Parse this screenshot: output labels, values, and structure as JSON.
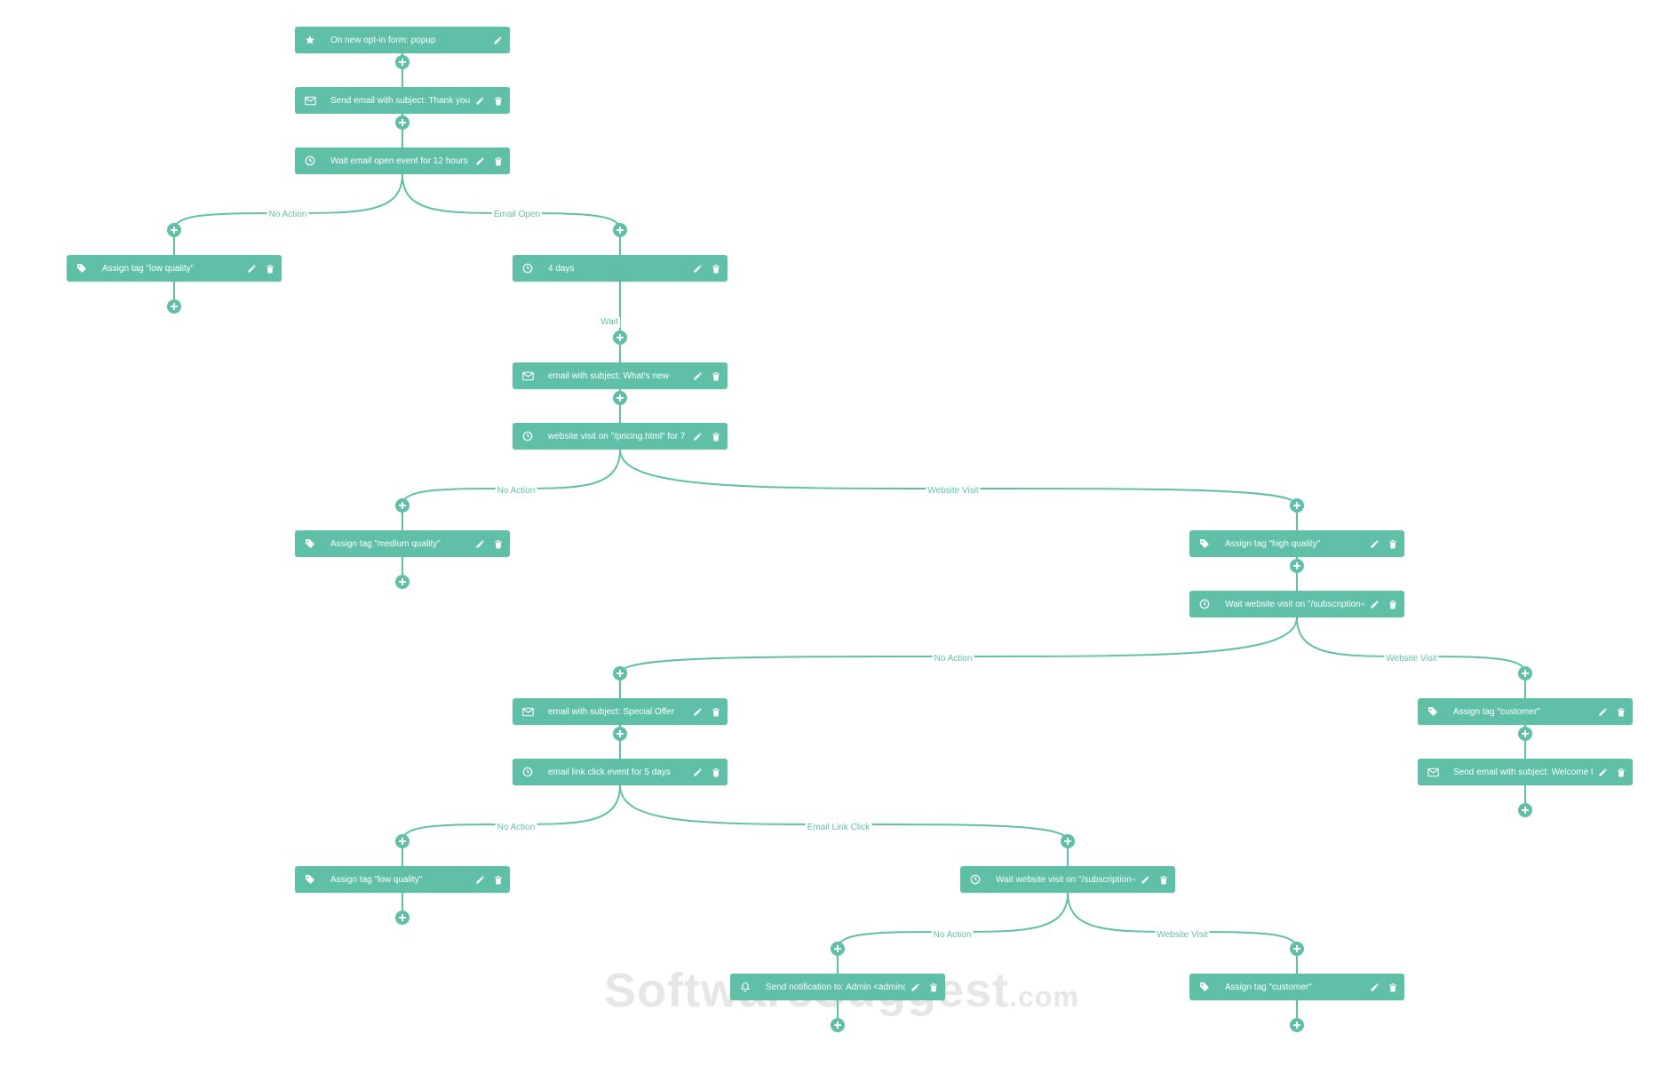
{
  "theme": {
    "node_color": "#5fc0a7",
    "edge_color": "#5fc0a7",
    "label_color": "#63bfa8"
  },
  "nodes": [
    {
      "id": "trigger-optin",
      "icon": "star-icon",
      "label": "On new opt-in form: popup",
      "delete": false
    },
    {
      "id": "send-thankyou",
      "icon": "envelope-icon",
      "label": "Send email with subject: Thank you for",
      "delete": true
    },
    {
      "id": "wait-open-12h",
      "icon": "clock-icon",
      "label": "Wait email open event for 12 hours",
      "delete": true
    },
    {
      "id": "tag-low-quality-1",
      "icon": "tag-icon",
      "label": "Assign tag \"low quality\"",
      "delete": true
    },
    {
      "id": "wait-4-days",
      "icon": "clock-icon",
      "label": "4 days",
      "delete": true
    },
    {
      "id": "email-whats-new",
      "icon": "envelope-icon",
      "label": "email with subject: What's new",
      "delete": true
    },
    {
      "id": "wait-pricing-visit",
      "icon": "clock-icon",
      "label": "website visit on \"/pricing.html\" for 7",
      "delete": true
    },
    {
      "id": "tag-medium-quality",
      "icon": "tag-icon",
      "label": "Assign tag \"medium quality\"",
      "delete": true
    },
    {
      "id": "tag-high-quality",
      "icon": "tag-icon",
      "label": "Assign tag \"high quality\"",
      "delete": true
    },
    {
      "id": "wait-subscription-visit-1",
      "icon": "clock-icon",
      "label": "Wait website visit on \"/subscription-com",
      "delete": true
    },
    {
      "id": "email-special-offer",
      "icon": "envelope-icon",
      "label": "email with subject: Special Offer",
      "delete": true
    },
    {
      "id": "wait-link-click",
      "icon": "clock-icon",
      "label": "email link click event for 5 days",
      "delete": true
    },
    {
      "id": "tag-customer-1",
      "icon": "tag-icon",
      "label": "Assign tag \"customer\"",
      "delete": true
    },
    {
      "id": "send-welcome",
      "icon": "envelope-icon",
      "label": "Send email with subject: Welcome to ou",
      "delete": true
    },
    {
      "id": "tag-low-quality-2",
      "icon": "tag-icon",
      "label": "Assign tag \"low quality\"",
      "delete": true
    },
    {
      "id": "wait-subscription-visit-2",
      "icon": "clock-icon",
      "label": "Wait website visit on \"/subscription-com",
      "delete": true
    },
    {
      "id": "notify-admin",
      "icon": "bell-icon",
      "label": "Send notification to: Admin <admin@in",
      "delete": true
    },
    {
      "id": "tag-customer-2",
      "icon": "tag-icon",
      "label": "Assign tag \"customer\"",
      "delete": true
    }
  ],
  "edge_labels": [
    "No Action",
    "Email Open",
    "Wait",
    "No Action",
    "Website Visit",
    "No Action",
    "Website Visit",
    "No Action",
    "Email Link Click",
    "No Action",
    "Website Visit"
  ],
  "watermark": {
    "main": "SoftwareSuggest",
    "suffix": ".com"
  }
}
